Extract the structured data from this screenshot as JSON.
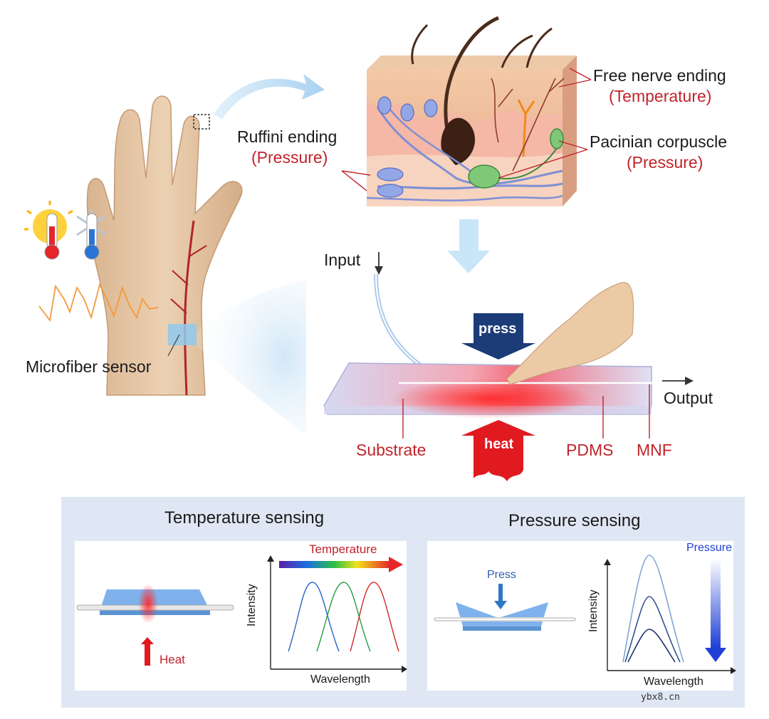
{
  "hand": {
    "sensor_label": "Microfiber sensor"
  },
  "skin": {
    "free_nerve": "Free nerve ending",
    "free_nerve_sub": "(Temperature)",
    "ruffini": "Ruffini ending",
    "ruffini_sub": "(Pressure)",
    "pacinian": "Pacinian corpuscle",
    "pacinian_sub": "(Pressure)"
  },
  "device": {
    "input": "Input",
    "output": "Output",
    "press": "press",
    "heat": "heat",
    "substrate": "Substrate",
    "pdms": "PDMS",
    "mnf": "MNF"
  },
  "temperature_panel": {
    "title": "Temperature sensing",
    "heat": "Heat",
    "arrow_label": "Temperature",
    "ylabel": "Intensity",
    "xlabel": "Wavelength"
  },
  "pressure_panel": {
    "title": "Pressure sensing",
    "press": "Press",
    "arrow_label": "Pressure",
    "ylabel": "Intensity",
    "xlabel": "Wavelength"
  },
  "watermark": "ybx8.cn",
  "colors": {
    "label_red": "#c0242b",
    "press_arrow": "#1c3c78",
    "heat_arrow": "#e01a1f",
    "panel_bg": "#dfe7f4",
    "skin": "#e6c6a4"
  }
}
